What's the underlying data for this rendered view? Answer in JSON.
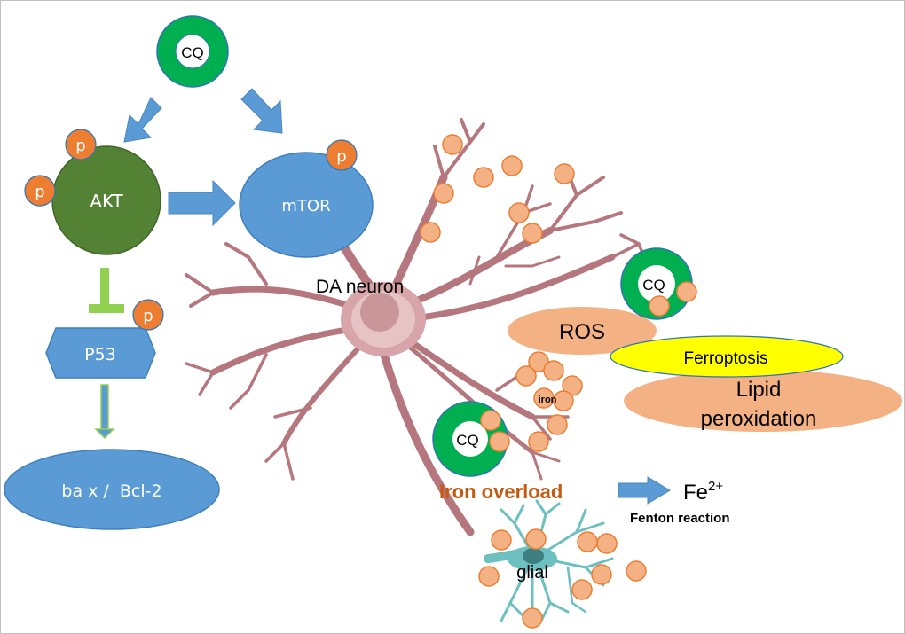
{
  "diagram": {
    "drug": {
      "label": "CQ"
    },
    "phospho_label": "p",
    "nodes": {
      "akt": {
        "label": "AKT",
        "color": "#548235"
      },
      "mtor": {
        "label": "mTOR",
        "color": "#5b9bd5"
      },
      "p53": {
        "label": "P53",
        "color": "#5b9bd5"
      },
      "bax_bcl2": {
        "label": "ba x /  Bcl-2",
        "color": "#5b9bd5"
      },
      "da_neuron": {
        "label": "DA neuron"
      },
      "ros": {
        "label": "ROS",
        "color": "#f4b183"
      },
      "ferroptosis": {
        "label": "Ferroptosis",
        "color": "#ffff00"
      },
      "lipid_peroxidation": {
        "label_line1": "Lipid",
        "label_line2": "peroxidation",
        "color": "#f4b183"
      },
      "iron": {
        "label": "iron"
      },
      "iron_overload": {
        "label": "Iron overload",
        "color": "#c55a11"
      },
      "fe2": {
        "label": "Fe",
        "superscript": "2+"
      },
      "fenton": {
        "label": "Fenton reaction"
      },
      "glial": {
        "label": "glial"
      }
    },
    "colors": {
      "cq_ring": "#00b050",
      "arrow_blue": "#5b9bd5",
      "inhibit_green": "#92d050",
      "phospho_orange": "#ed7d31",
      "iron_particle": "#f4b183",
      "iron_particle_edge": "#ed7d31",
      "neuron": "#b5767e",
      "glial_cell": "#6cc0c0"
    },
    "edges": [
      {
        "from": "CQ",
        "to": "AKT",
        "type": "activation"
      },
      {
        "from": "CQ",
        "to": "mTOR",
        "type": "activation"
      },
      {
        "from": "AKT",
        "to": "mTOR",
        "type": "activation"
      },
      {
        "from": "AKT",
        "to": "P53",
        "type": "inhibition"
      },
      {
        "from": "P53",
        "to": "bax/Bcl-2",
        "type": "activation"
      },
      {
        "from": "Iron overload",
        "to": "Fe2+",
        "type": "activation"
      }
    ]
  }
}
